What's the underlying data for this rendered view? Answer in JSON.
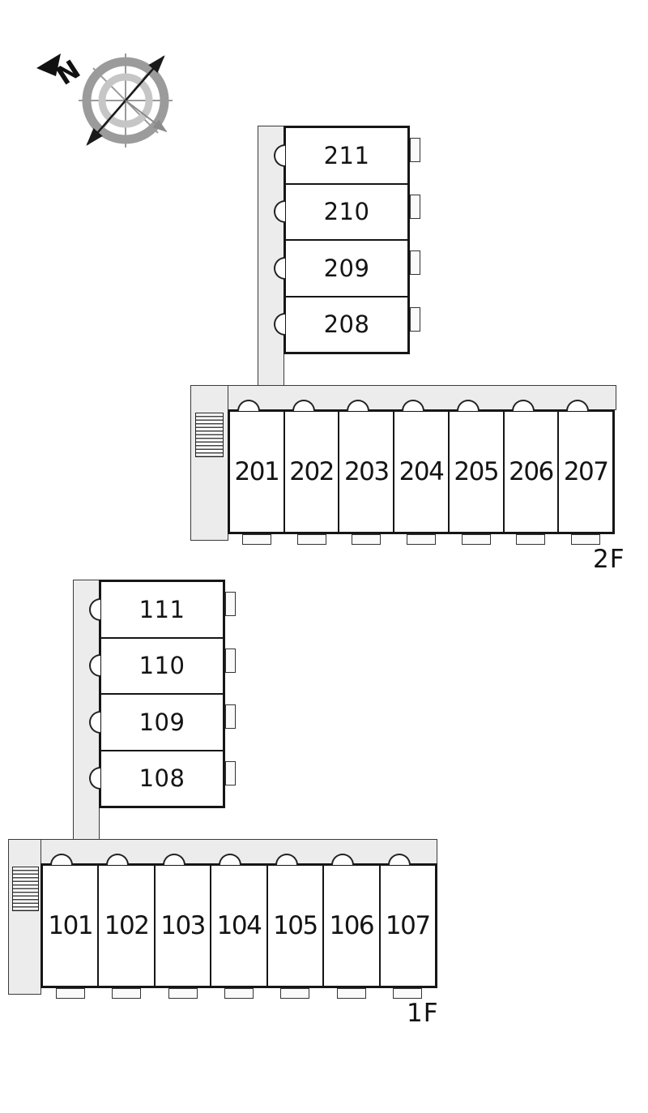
{
  "compass": {
    "north_label": "N"
  },
  "floors": [
    {
      "label": "2F",
      "vertical_rooms": [
        "211",
        "210",
        "209",
        "208"
      ],
      "horizontal_rooms": [
        "201",
        "202",
        "203",
        "204",
        "205",
        "206",
        "207"
      ]
    },
    {
      "label": "1F",
      "vertical_rooms": [
        "111",
        "110",
        "109",
        "108"
      ],
      "horizontal_rooms": [
        "101",
        "102",
        "103",
        "104",
        "105",
        "106",
        "107"
      ]
    }
  ],
  "colors": {
    "corridor": "#ececec",
    "wall": "#161616",
    "compass_ring": "#9b9b9b"
  }
}
